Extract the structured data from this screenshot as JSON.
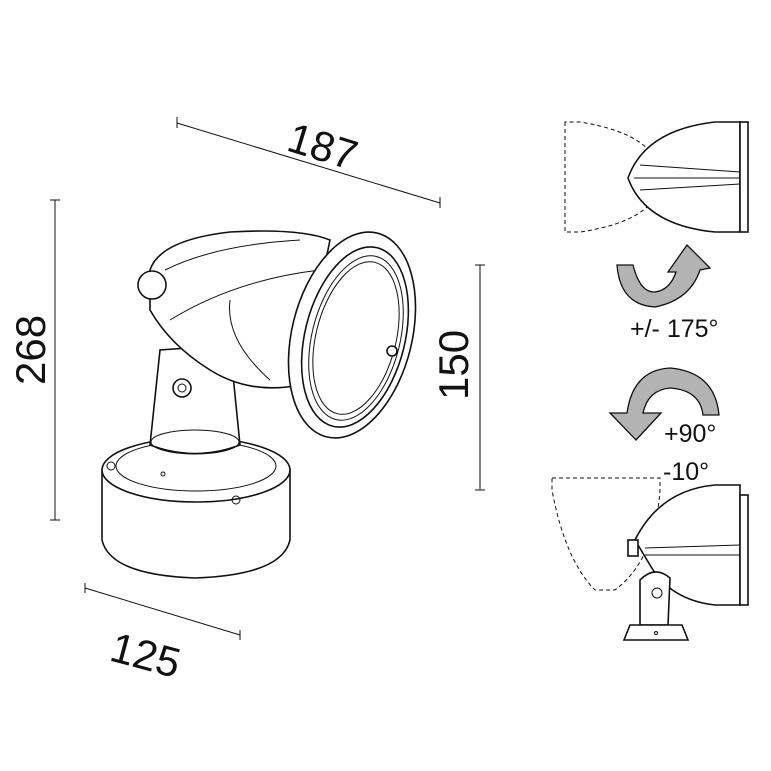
{
  "dimensions": {
    "width_head": "187",
    "height_total": "268",
    "height_head": "150",
    "base_diameter": "125"
  },
  "rotation": {
    "horizontal": "+/- 175°",
    "tilt_up": "+90°",
    "tilt_down": "-10°"
  },
  "colors": {
    "arrow_fill": "#b3b3b3",
    "line": "#111111"
  }
}
